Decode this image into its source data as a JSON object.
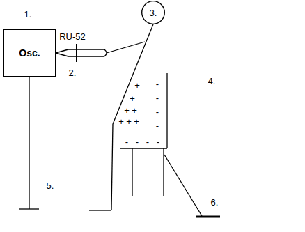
{
  "diagram": {
    "nodes": [
      {
        "text": [
          "Osc."
        ]
      },
      {
        "text": [
          "3."
        ]
      }
    ],
    "labels": [
      "1.",
      "RU-52",
      "2.",
      "+",
      "+",
      "+",
      "+",
      "+",
      "+",
      "+",
      "-",
      "-",
      "-",
      "-",
      "-",
      "-",
      "-",
      "-",
      "4.",
      "5.",
      "6."
    ]
  }
}
